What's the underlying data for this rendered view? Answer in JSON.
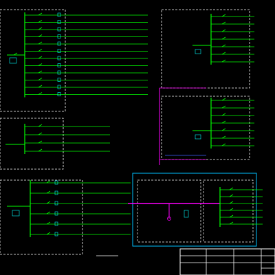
{
  "drawing": {
    "background": "#000000",
    "colors": {
      "frame": "#ffffff",
      "bus": "#ff00ff",
      "wire": "#00ff00",
      "text": "#00ffff",
      "label": "#ffff00",
      "title": "#ff0000"
    },
    "panels": [
      {
        "id": "panel-top-left",
        "feeders": 12,
        "title": "",
        "data_lines": [
          "",
          "",
          "",
          ""
        ],
        "rows": []
      },
      {
        "id": "panel-ah4",
        "feeders": 7,
        "title": "",
        "data_lines": [
          "",
          "",
          "",
          ""
        ],
        "rows": []
      },
      {
        "id": "panel-ai4",
        "feeders": 7,
        "title": "",
        "data_lines": [
          "",
          "",
          "",
          ""
        ],
        "rows": []
      },
      {
        "id": "panel-mid-left",
        "feeders": 4,
        "title": "",
        "data_lines": [
          "",
          "",
          "",
          ""
        ],
        "rows": []
      },
      {
        "id": "panel-bottom-left",
        "feeders": 6,
        "title": "",
        "data_lines": [
          "",
          "",
          "",
          ""
        ],
        "rows": []
      },
      {
        "id": "panel-cyan",
        "feeders": 6,
        "title": "",
        "data_lines": [
          "",
          "",
          "",
          ""
        ],
        "rows": []
      }
    ],
    "caption": "",
    "title_block": {
      "cells": []
    }
  }
}
